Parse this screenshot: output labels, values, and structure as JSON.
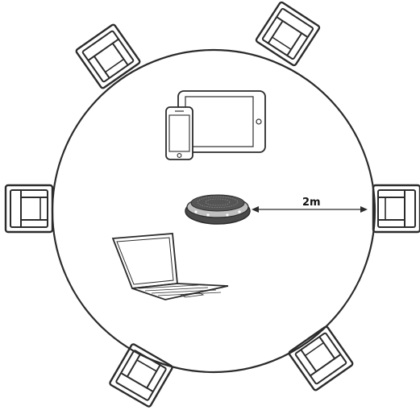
{
  "diagram": {
    "distance_label": "2m",
    "colors": {
      "line": "#2b2b2b",
      "background": "#ffffff",
      "speaker_body": "#3a3a3a",
      "speaker_grille": "#555555"
    },
    "elements": {
      "table": "round-table",
      "chairs": [
        "chair-top-left",
        "chair-top-right",
        "chair-left",
        "chair-right",
        "chair-bottom-left",
        "chair-bottom-right"
      ],
      "devices": [
        "tablet-icon",
        "smartphone-icon",
        "conference-speaker-icon",
        "laptop-icon"
      ],
      "measurement": "distance-arrow"
    }
  }
}
